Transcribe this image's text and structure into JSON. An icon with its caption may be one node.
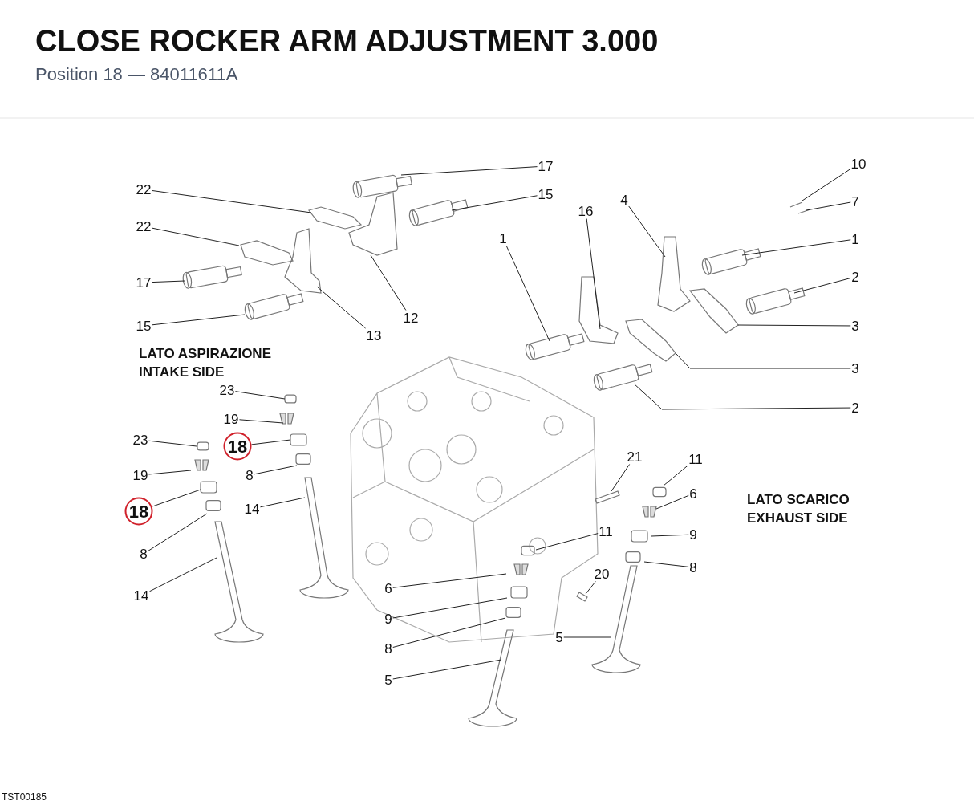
{
  "diagram": {
    "title": "CLOSE ROCKER ARM ADJUSTMENT 3.000",
    "nodes": [
      {
        "text": [
          "22"
        ]
      },
      {
        "text": [
          "22"
        ]
      },
      {
        "text": [
          "17"
        ]
      },
      {
        "text": [
          "15"
        ]
      },
      {
        "text": [
          "13"
        ]
      },
      {
        "text": [
          "12"
        ]
      },
      {
        "text": [
          "17"
        ]
      },
      {
        "text": [
          "15"
        ]
      },
      {
        "text": [
          "1"
        ]
      },
      {
        "text": [
          "16"
        ]
      },
      {
        "text": [
          "4"
        ]
      },
      {
        "text": [
          "10"
        ]
      },
      {
        "text": [
          "7"
        ]
      },
      {
        "text": [
          "1"
        ]
      },
      {
        "text": [
          "2"
        ]
      },
      {
        "text": [
          "3"
        ]
      },
      {
        "text": [
          "3"
        ]
      },
      {
        "text": [
          "2"
        ]
      },
      {
        "text": [
          "23"
        ]
      },
      {
        "text": [
          "19"
        ]
      },
      {
        "text": [
          "18"
        ]
      },
      {
        "text": [
          "8"
        ]
      },
      {
        "text": [
          "14"
        ]
      },
      {
        "text": [
          "23"
        ]
      },
      {
        "text": [
          "19"
        ]
      },
      {
        "text": [
          "18"
        ]
      },
      {
        "text": [
          "8"
        ]
      },
      {
        "text": [
          "14"
        ]
      },
      {
        "text": [
          "21"
        ]
      },
      {
        "text": [
          "11"
        ]
      },
      {
        "text": [
          "6"
        ]
      },
      {
        "text": [
          "9"
        ]
      },
      {
        "text": [
          "8"
        ]
      },
      {
        "text": [
          "11"
        ]
      },
      {
        "text": [
          "20"
        ]
      },
      {
        "text": [
          "6"
        ]
      },
      {
        "text": [
          "9"
        ]
      },
      {
        "text": [
          "8"
        ]
      },
      {
        "text": [
          "5"
        ]
      },
      {
        "text": [
          "5"
        ]
      }
    ],
    "edges": [
      {
        "from": 0,
        "to": null,
        "arrow": "none"
      },
      {
        "from": 1,
        "to": null,
        "arrow": "none"
      },
      {
        "from": 2,
        "to": null,
        "arrow": "none"
      },
      {
        "from": 3,
        "to": null,
        "arrow": "none"
      },
      {
        "from": 4,
        "to": null,
        "arrow": "none"
      },
      {
        "from": 5,
        "to": null,
        "arrow": "none"
      },
      {
        "from": 6,
        "to": null,
        "arrow": "none"
      },
      {
        "from": 7,
        "to": null,
        "arrow": "none"
      },
      {
        "from": 8,
        "to": null,
        "arrow": "none"
      },
      {
        "from": 9,
        "to": null,
        "arrow": "none"
      },
      {
        "from": 10,
        "to": null,
        "arrow": "none"
      },
      {
        "from": 11,
        "to": null,
        "arrow": "none"
      },
      {
        "from": 12,
        "to": null,
        "arrow": "none"
      },
      {
        "from": 13,
        "to": null,
        "arrow": "none"
      },
      {
        "from": 14,
        "to": null,
        "arrow": "none"
      },
      {
        "from": 15,
        "to": null,
        "arrow": "none"
      },
      {
        "from": 16,
        "to": null,
        "arrow": "none"
      },
      {
        "from": 17,
        "to": null,
        "arrow": "none"
      },
      {
        "from": 18,
        "to": null,
        "arrow": "none"
      },
      {
        "from": 19,
        "to": null,
        "arrow": "none"
      },
      {
        "from": 20,
        "to": null,
        "arrow": "none"
      },
      {
        "from": 21,
        "to": null,
        "arrow": "none"
      },
      {
        "from": 22,
        "to": null,
        "arrow": "none"
      },
      {
        "from": 23,
        "to": null,
        "arrow": "none"
      },
      {
        "from": 24,
        "to": null,
        "arrow": "none"
      },
      {
        "from": 25,
        "to": null,
        "arrow": "none"
      },
      {
        "from": 26,
        "to": null,
        "arrow": "none"
      },
      {
        "from": 27,
        "to": null,
        "arrow": "none"
      },
      {
        "from": 28,
        "to": null,
        "arrow": "none"
      },
      {
        "from": 29,
        "to": null,
        "arrow": "none"
      },
      {
        "from": 30,
        "to": null,
        "arrow": "none"
      },
      {
        "from": 31,
        "to": null,
        "arrow": "none"
      },
      {
        "from": 32,
        "to": null,
        "arrow": "none"
      },
      {
        "from": 33,
        "to": null,
        "arrow": "none"
      },
      {
        "from": 34,
        "to": null,
        "arrow": "none"
      },
      {
        "from": 35,
        "to": null,
        "arrow": "none"
      },
      {
        "from": 36,
        "to": null,
        "arrow": "none"
      },
      {
        "from": 37,
        "to": null,
        "arrow": "none"
      },
      {
        "from": 38,
        "to": null,
        "arrow": "none"
      },
      {
        "from": 39,
        "to": null,
        "arrow": "none"
      }
    ],
    "labels": [
      "Position 18 — 84011611A",
      "LATO ASPIRAZIONE",
      "INTAKE SIDE",
      "LATO SCARICO",
      "EXHAUST SIDE",
      "TST00185"
    ]
  }
}
